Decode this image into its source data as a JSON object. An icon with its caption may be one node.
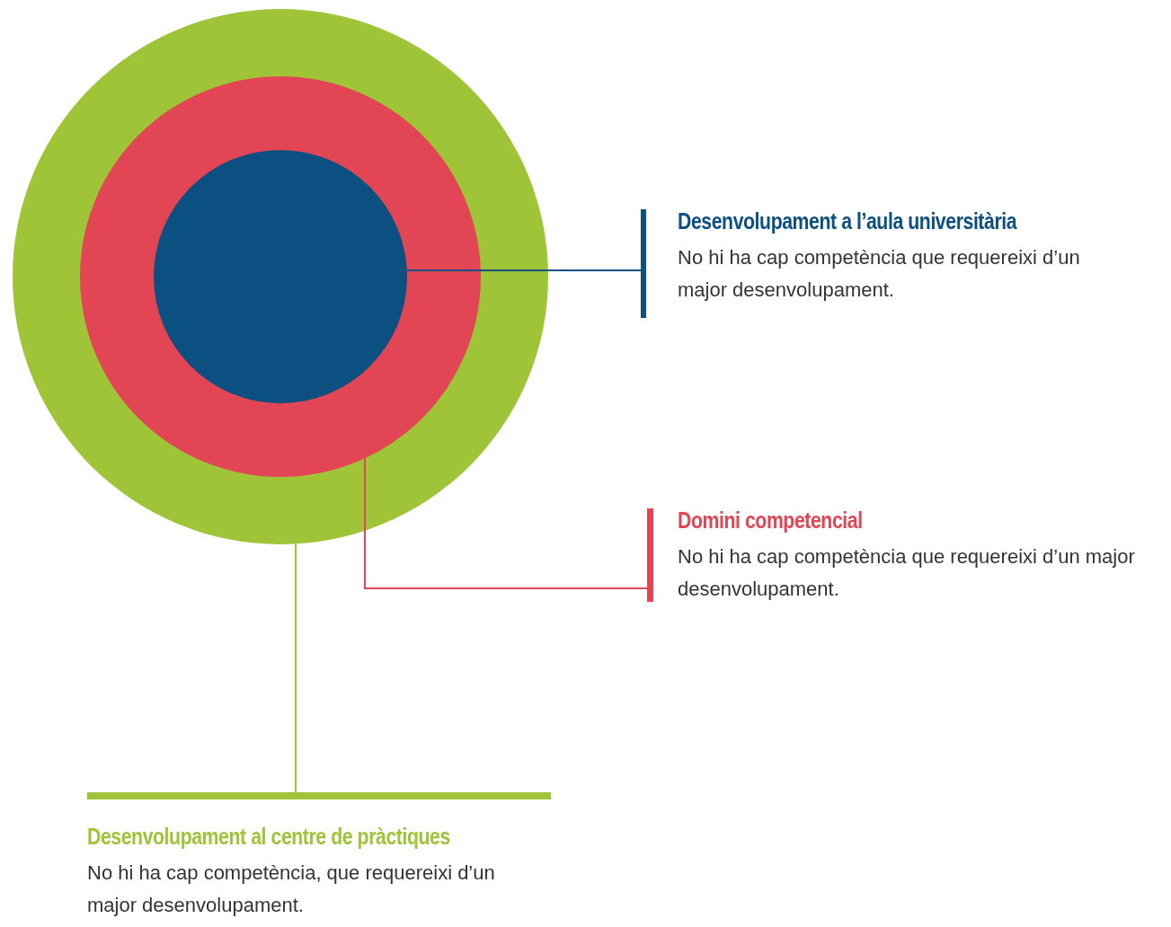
{
  "diagram": {
    "nodes": [
      {
        "text": [],
        "shape": "circle"
      },
      {
        "text": [],
        "shape": "circle",
        "in": 0
      },
      {
        "text": [],
        "shape": "circle",
        "in": 1
      },
      {
        "text": [
          "Desenvolupament a l’aula universitària",
          "No hi ha cap competència que requereixi d’un major desenvolupament."
        ]
      },
      {
        "text": [
          "Domini competencial",
          "No hi ha cap competència que requereixi d’un major desenvolupament."
        ]
      },
      {
        "text": [
          "Desenvolupament al centre de pràctiques",
          "No hi ha cap competència, que requereixi d’un major desenvolupament."
        ]
      }
    ],
    "edges": [
      {
        "from": 2,
        "to": 3,
        "arrow": "none",
        "color": "#0b5080"
      },
      {
        "from": 1,
        "to": 4,
        "arrow": "none",
        "color": "#e24655"
      },
      {
        "from": 0,
        "to": 5,
        "arrow": "none",
        "color": "#a0c437"
      }
    ]
  }
}
